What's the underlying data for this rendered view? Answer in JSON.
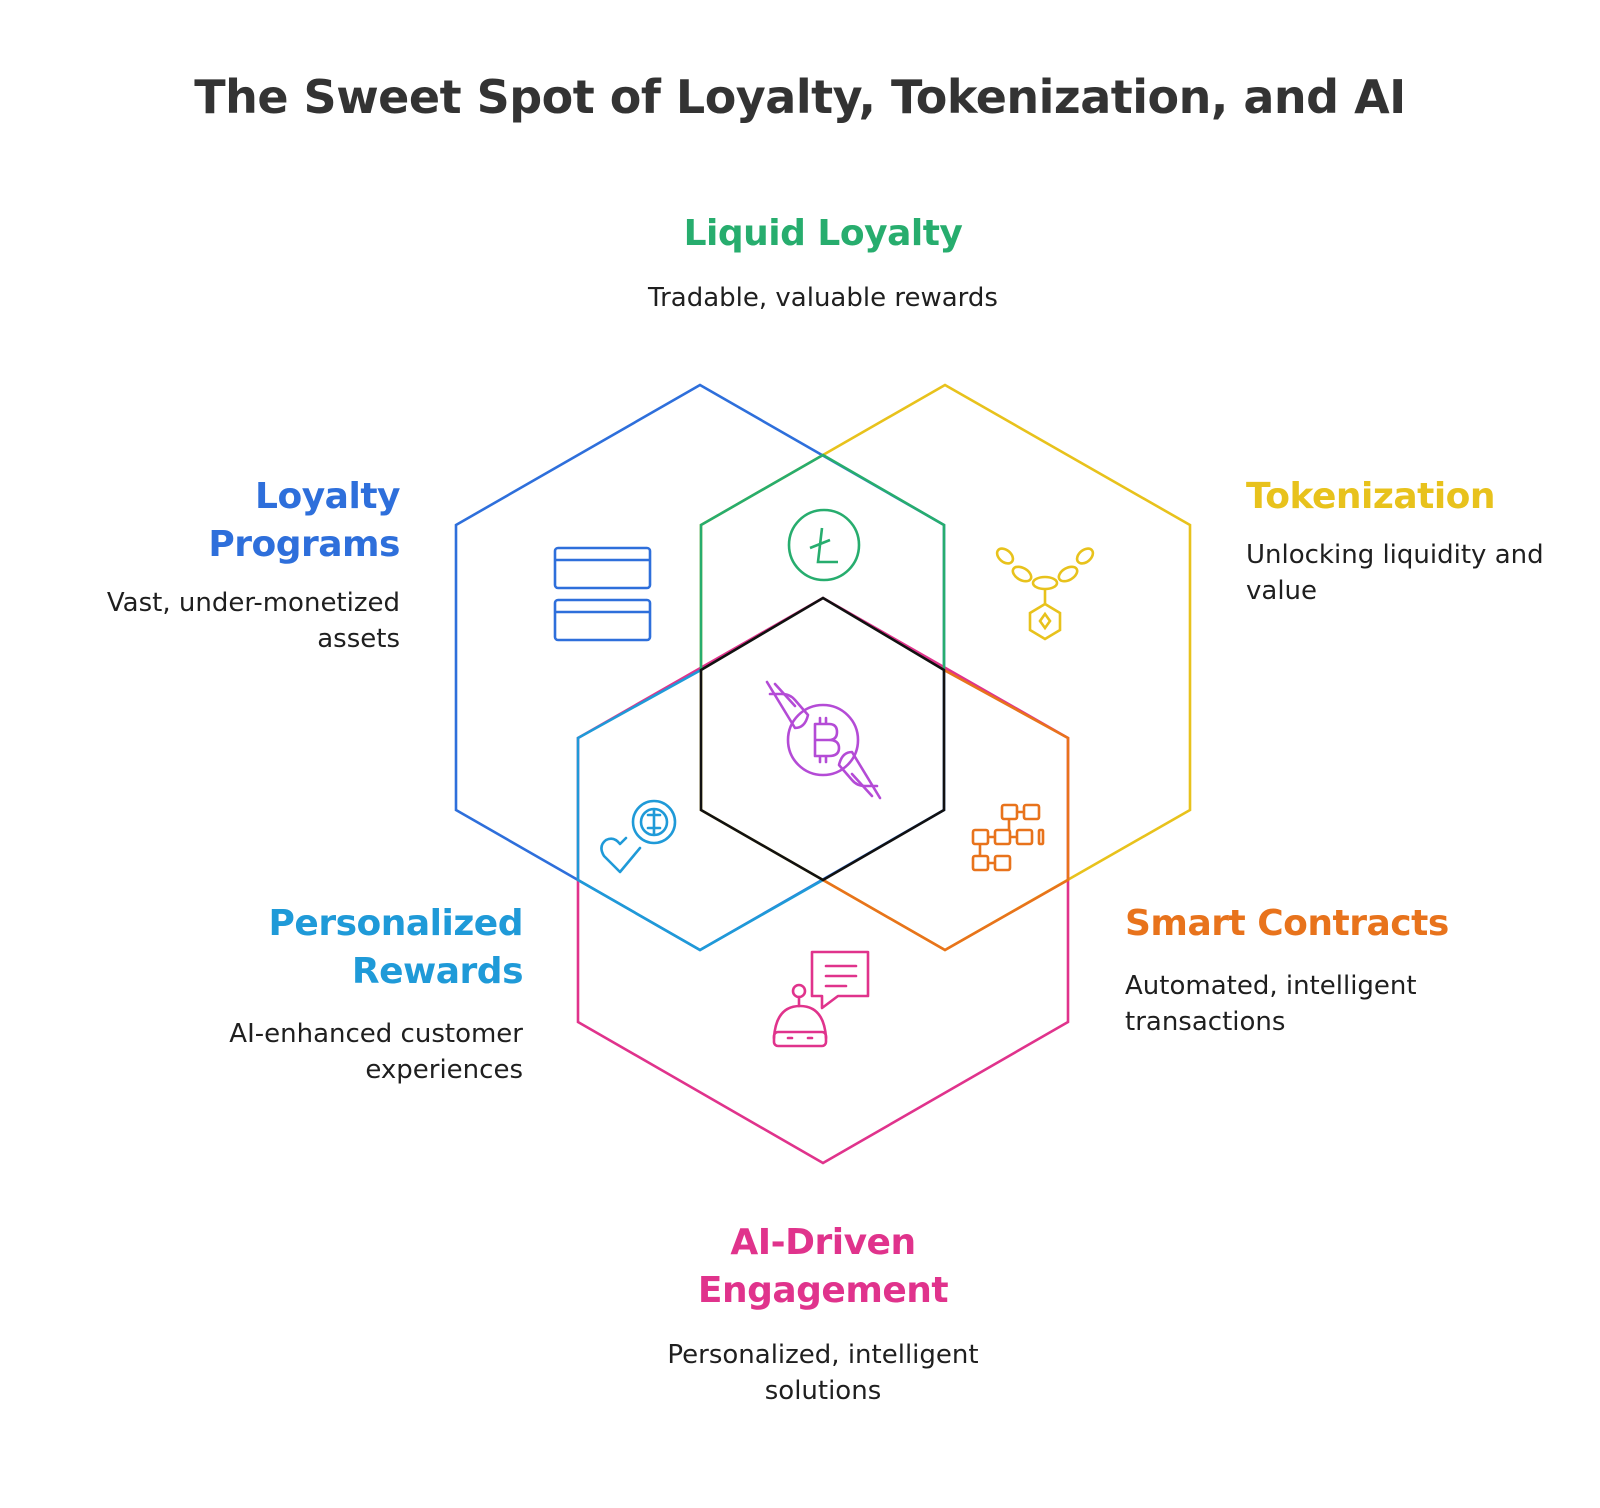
{
  "title": "The Sweet Spot of Loyalty, Tokenization, and AI",
  "colors": {
    "blue": "#2e6fdb",
    "yellow": "#e8c21c",
    "green": "#27ad6e",
    "pink": "#e0338c",
    "light_blue": "#1f9ad8",
    "orange": "#e8731c",
    "black": "#111111",
    "purple": "#b44bd6"
  },
  "segments": {
    "liquid_loyalty": {
      "title": "Liquid Loyalty",
      "desc": "Tradable, valuable rewards",
      "icon": "litecoin-icon"
    },
    "loyalty_programs": {
      "title": "Loyalty Programs",
      "desc_line1": "Vast, under-monetized",
      "desc_line2": "assets",
      "icon": "credit-cards-icon"
    },
    "tokenization": {
      "title": "Tokenization",
      "desc_line1": "Unlocking liquidity and",
      "desc_line2": "value",
      "icon": "chain-token-icon"
    },
    "personalized_rewards": {
      "title_line1": "Personalized",
      "title_line2": "Rewards",
      "desc_line1": "AI-enhanced customer",
      "desc_line2": "experiences",
      "icon": "heart-badge-icon"
    },
    "smart_contracts": {
      "title": "Smart Contracts",
      "desc_line1": "Automated, intelligent",
      "desc_line2": "transactions",
      "icon": "blockchain-blocks-icon"
    },
    "ai_engagement": {
      "title_line1": "AI-Driven",
      "title_line2": "Engagement",
      "desc_line1": "Personalized, intelligent",
      "desc_line2": "solutions",
      "icon": "chatbot-icon"
    },
    "center": {
      "icon": "bitcoin-hands-icon"
    }
  }
}
